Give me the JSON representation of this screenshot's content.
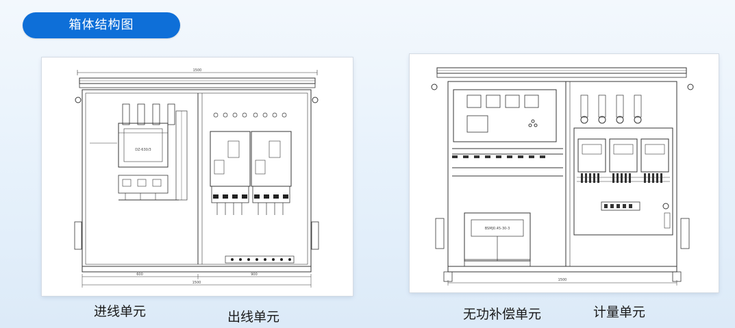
{
  "header": {
    "title": "箱体结构图"
  },
  "left_drawing": {
    "dims": {
      "top": "1500",
      "left_bottom": "600",
      "right_bottom": "900",
      "total_bottom": "1500"
    },
    "breaker_label": "DZ-630/3"
  },
  "right_drawing": {
    "dims": {
      "total_bottom": "1500"
    },
    "capacitor_label": "BSMJ0.45-30-3"
  },
  "captions": {
    "incoming_unit": "进线单元",
    "outgoing_unit": "出线单元",
    "compensation_unit": "无功补偿单元",
    "metering_unit": "计量单元"
  }
}
